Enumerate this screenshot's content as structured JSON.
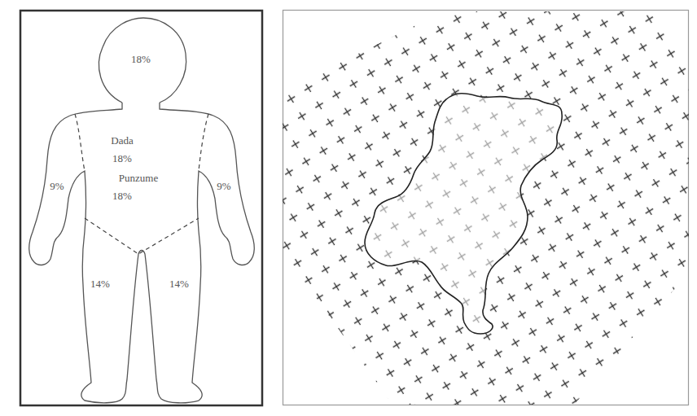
{
  "diagram": {
    "labels": [
      "18%",
      "Dada",
      "18%",
      "Punzume",
      "18%",
      "9%",
      "9%",
      "14%",
      "14%"
    ]
  }
}
